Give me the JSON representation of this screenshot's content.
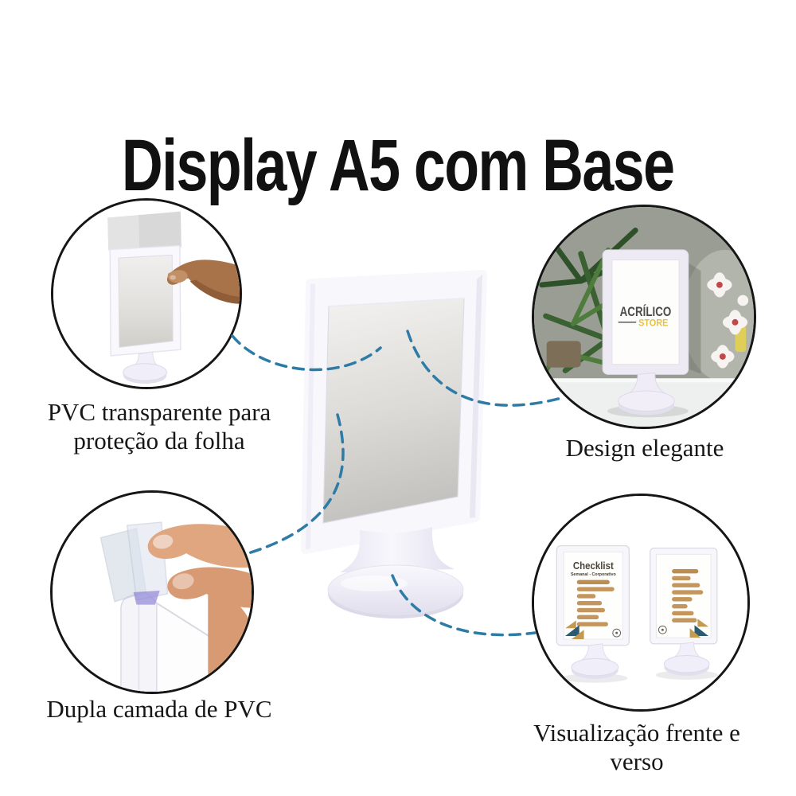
{
  "title": "Display A5 com Base",
  "callouts": {
    "pvc_protection": {
      "caption": "PVC transparente para proteção da folha"
    },
    "elegant_design": {
      "caption": "Design elegante"
    },
    "double_pvc": {
      "caption": "Dupla camada de PVC"
    },
    "front_back": {
      "caption": "Visualização frente e verso"
    }
  },
  "product_brand_card": {
    "line1": "ACRÍLICO",
    "line2": "STORE"
  },
  "checklist_card": {
    "heading": "Checklist",
    "subheading": "Semanal - Corporativo"
  },
  "colors": {
    "connector_dash": "#2e7ba6",
    "circle_outline": "#161616",
    "brand_yellow": "#e7c13f",
    "brand_gray": "#4b4b47",
    "pill_tan": "#c4955c",
    "triangle_gold": "#c49a50",
    "triangle_teal": "#2c5a70"
  }
}
